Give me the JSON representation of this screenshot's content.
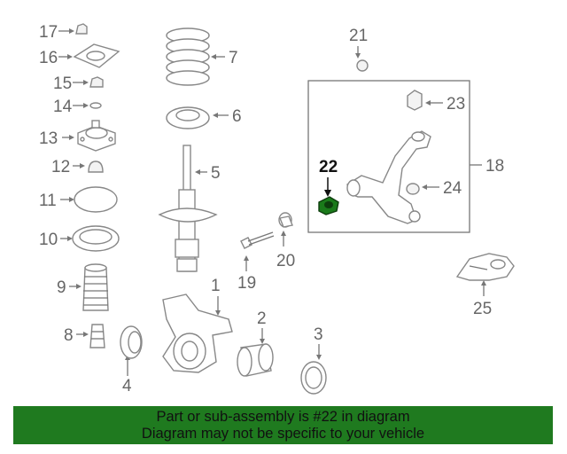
{
  "callouts": {
    "n1": "1",
    "n2": "2",
    "n3": "3",
    "n4": "4",
    "n5": "5",
    "n6": "6",
    "n7": "7",
    "n8": "8",
    "n9": "9",
    "n10": "10",
    "n11": "11",
    "n12": "12",
    "n13": "13",
    "n14": "14",
    "n15": "15",
    "n16": "16",
    "n17": "17",
    "n18": "18",
    "n19": "19",
    "n20": "20",
    "n21": "21",
    "n22": "22",
    "n23": "23",
    "n24": "24",
    "n25": "25"
  },
  "highlighted_part": "22",
  "colors": {
    "banner_bg": "#1f7a1f",
    "highlight_part": "#1a7a1a",
    "line": "#777777"
  },
  "banner": {
    "line1": "Part or sub-assembly is #22 in diagram",
    "line2": "Diagram may not be specific to your vehicle"
  }
}
